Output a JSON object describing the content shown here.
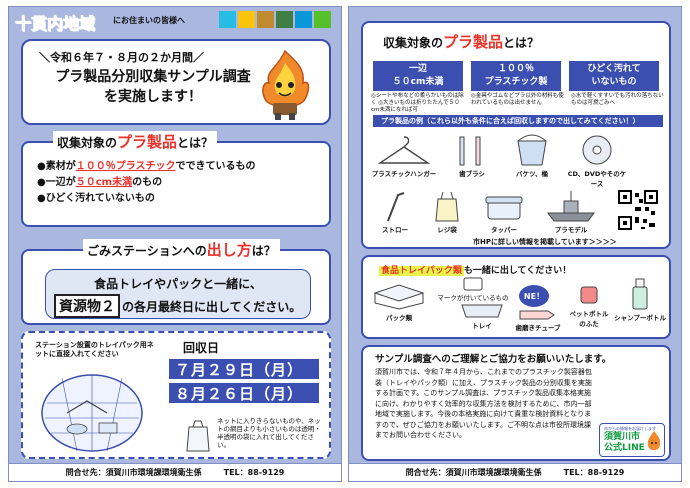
{
  "left": {
    "header": {
      "area_title": "十貫内地域",
      "area_sub": "にお住まいの皆様へ"
    },
    "notice": {
      "date": "＼令和６年７・８月の２か月間／",
      "main_line1": "プラ製品分別収集サンプル調査",
      "main_line2": "を実施します！"
    },
    "target": {
      "title_pre": "収集対象の",
      "title_red": "プラ製品",
      "title_post": "とは？",
      "b1_pre": "●素材が",
      "b1_red": "１００％プラスチック",
      "b1_post": "でできているもの",
      "b2_pre": "●一辺が",
      "b2_red": "５０cm未満",
      "b2_post": "のもの",
      "b3": "●ひどく汚れていないもの"
    },
    "howto": {
      "title_pre": "ごみステーションへの",
      "title_red": "出し方",
      "title_post": "は？",
      "line1": "食品トレイやパックと一緒に、",
      "shigen": "資源物２",
      "line2": "の各月最終日に出してください。"
    },
    "collection": {
      "note": "ステーション設置のトレイパック用ネットに直接入れてください",
      "title": "回収日",
      "date1": "７月２９日（月）",
      "date2": "８月２６日（月）",
      "note2": "ネットに入りきらないものや、ネットの網目よりも小さいものは透明・半透明の袋に入れて出してください。"
    },
    "footer": {
      "contact": "問合せ先：須賀川市環境課環境衛生係",
      "tel": "TEL：88-9129"
    }
  },
  "right": {
    "target": {
      "title_pre": "収集対象の",
      "title_red": "プラ製品",
      "title_post": "とは？",
      "crit1_a": "一辺",
      "crit1_b": "５０cm未満",
      "crit2_a": "１００％",
      "crit2_b": "プラスチック製",
      "crit3_a": "ひどく汚れて",
      "crit3_b": "いないもの",
      "note1": "◎シートや布などの柔らかいものは除く ◎大きいものは折りたたんで５０cm未満になれば可",
      "note2": "◎金具やゴムなどプラ以外の材料も使われているものは出せません",
      "note3": "◎水で軽くすすいでも汚れの落ちないものは可燃ごみへ",
      "example_bar": "プラ製品の例（これら以外も条件に合えば回収しますので出してみてください！）",
      "items": [
        "プラスチックハンガー",
        "歯ブラシ",
        "バケツ、桶",
        "CD、DVDやそのケース",
        "ストロー",
        "レジ袋",
        "タッパー",
        "プラモデル"
      ],
      "more_info": "市HPに詳しい情報を掲載しています＞＞＞＞"
    },
    "tray": {
      "title_hl": "食品トレイパック類",
      "title_post": "も一緒に出してください！",
      "mark_note": "マークが付いているもの",
      "items": [
        "パック類",
        "トレイ",
        "ペットボトルのふた",
        "シャンプーボトル",
        "歯磨きチューブ"
      ],
      "ne_badge": "NE！"
    },
    "request": {
      "title": "サンプル調査へのご理解とご協力をお願いいたします。",
      "body": "須賀川市では、令和７年４月から、これまでのプラスチック製容器包装（トレイやパック類）に加え、プラスチック製品の分別収集を実施する計画です。このサンプル調査は、プラスチック製品収集本格実施に向け、わかりやすく効率的な収集方法を検討するために、市内一部地域で実施します。今後の本格実施に向けて貴重な検討資料となりますので、ぜひご協力をお願いいたします。ご不明な点は市役所環境課までお問い合わせください。",
      "line_small": "市からの情報をお届けします",
      "line_main1": "須賀川市",
      "line_main2": "公式LINE"
    },
    "footer": {
      "contact": "問合せ先：須賀川市環境課環境衛生係",
      "tel": "TEL：88-9129"
    }
  },
  "colors": {
    "accent_blue": "#3a4fb0",
    "accent_red": "#e8322a",
    "page_bg": "#aab8df"
  }
}
